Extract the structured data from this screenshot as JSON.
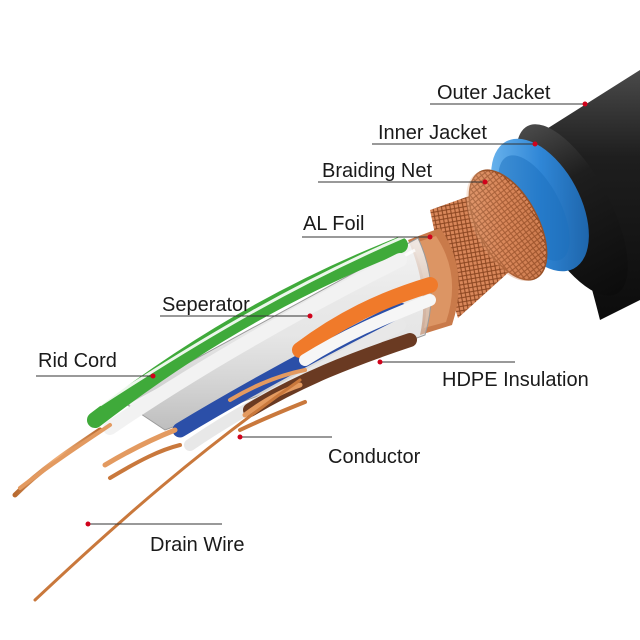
{
  "labels": {
    "outer_jacket": "Outer Jacket",
    "inner_jacket": "Inner Jacket",
    "braiding_net": "Braiding Net",
    "al_foil": "AL Foil",
    "seperator": "Seperator",
    "rid_cord": "Rid Cord",
    "hdpe_insulation": "HDPE Insulation",
    "conductor": "Conductor",
    "drain_wire": "Drain Wire"
  },
  "colors": {
    "outer_jacket": "#1c1c1c",
    "inner_jacket": "#2f86d6",
    "braid": "#d9875a",
    "foil": "#c9c9c9",
    "copper": "#d98a4e",
    "green_pair": "#3faa3a",
    "orange_pair": "#f07a2a",
    "blue_pair": "#2b4fa8",
    "brown_pair": "#6a3a22",
    "leader_dot": "#d0021b"
  }
}
